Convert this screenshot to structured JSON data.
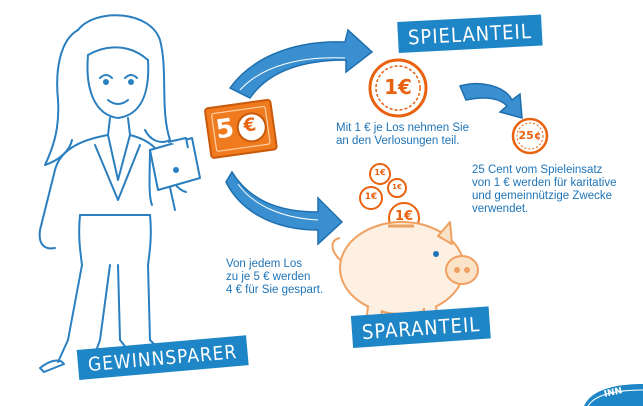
{
  "labels": {
    "spielanteil": "SPIELANTEIL",
    "sparanteil": "SPARANTEIL",
    "gewinnsparer": "GEWINNSPARER"
  },
  "coins": {
    "big": "1€",
    "small": "1€",
    "cents": "25¢",
    "note": "5€"
  },
  "texts": {
    "spiel_text": [
      "Mit 1 € je Los nehmen Sie",
      "an den Verlosungen teil."
    ],
    "cents_text": [
      "25 Cent vom Spieleinsatz",
      "von 1 € werden für karitative",
      "und gemeinnützige Zwecke",
      "verwendet."
    ],
    "spar_text": [
      "Von jedem Los",
      "zu je 5 € werden",
      "4 € für Sie gespart."
    ]
  },
  "colors": {
    "brand_blue": "#1e86c7",
    "text_blue": "#1e74b8",
    "orange": "#e9620f",
    "line_blue": "#2a7fc0"
  },
  "logo_text": "INN"
}
